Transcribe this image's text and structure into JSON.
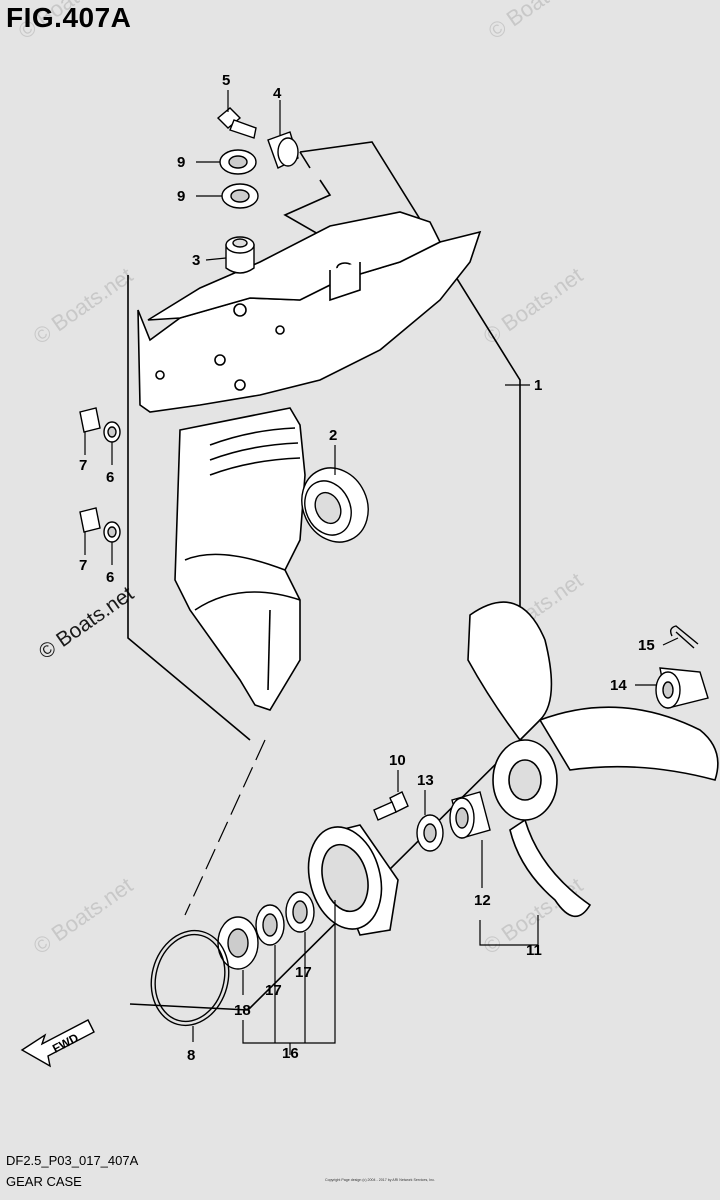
{
  "figure": {
    "title": "FIG.407A",
    "code": "DF2.5_P03_017_407A",
    "caption": "GEAR CASE"
  },
  "copyright_text": "Copyright Page design (c) 2004 - 2017 by ARI Network Services, Inc.",
  "watermark": {
    "text": "© Boats.net"
  },
  "fwd_label": "FWD",
  "callouts": {
    "c1": "1",
    "c2": "2",
    "c3": "3",
    "c4": "4",
    "c5": "5",
    "c6a": "6",
    "c6b": "6",
    "c7a": "7",
    "c7b": "7",
    "c8": "8",
    "c9a": "9",
    "c9b": "9",
    "c10": "10",
    "c11": "11",
    "c12": "12",
    "c13": "13",
    "c14": "14",
    "c15": "15",
    "c16": "16",
    "c17a": "17",
    "c17b": "17",
    "c18": "18"
  },
  "colors": {
    "background": "#e4e4e4",
    "line": "#000000",
    "watermark": "#c8c8c8"
  }
}
